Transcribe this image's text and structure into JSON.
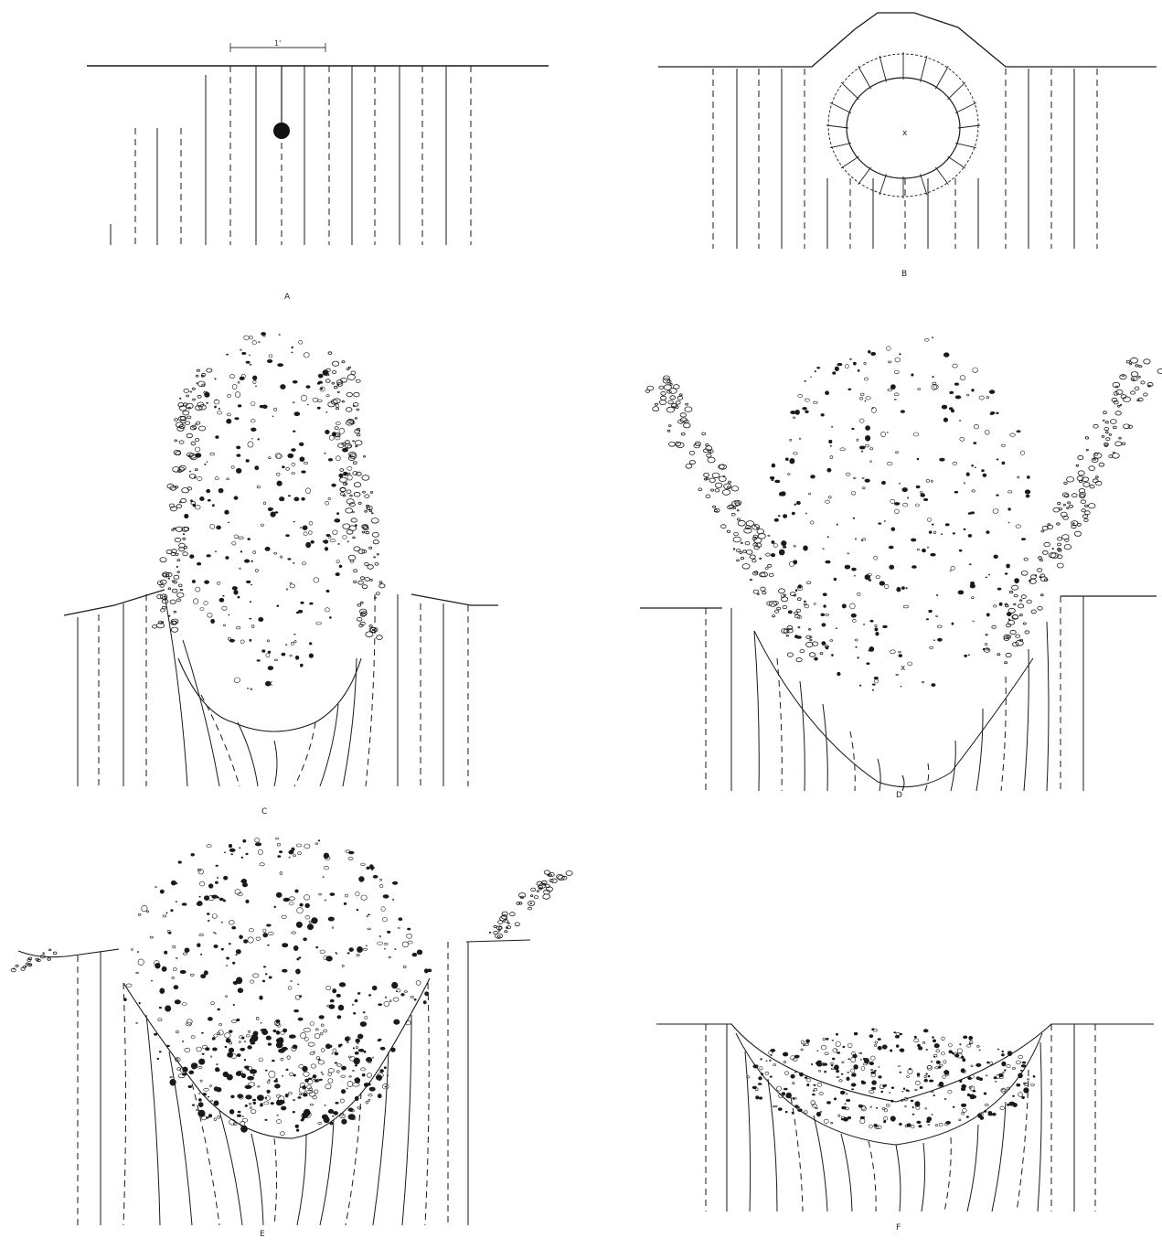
{
  "figure": {
    "panels": [
      {
        "id": "A",
        "label": "A",
        "charge_marker": ""
      },
      {
        "id": "B",
        "label": "B",
        "charge_marker": "x"
      },
      {
        "id": "C",
        "label": "C",
        "charge_marker": "x"
      },
      {
        "id": "D",
        "label": "D",
        "charge_marker": "x"
      },
      {
        "id": "E",
        "label": "E",
        "charge_marker": ""
      },
      {
        "id": "F",
        "label": "F",
        "charge_marker": ""
      }
    ],
    "scale_bar_label": "1'"
  },
  "colors": {
    "ink": "#1a1a1a",
    "paper": "#ffffff"
  }
}
